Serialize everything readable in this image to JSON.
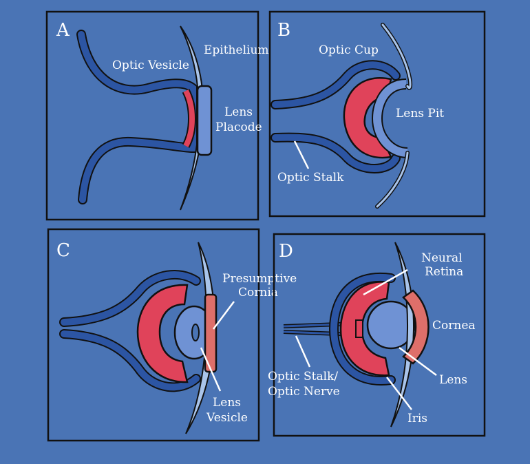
{
  "panels": {
    "A": {
      "letter": "A",
      "labels": {
        "optic_vesicle": "Optic Vesicle",
        "epithelium": "Epithelium",
        "lens_placode_1": "Lens",
        "lens_placode_2": "Placode"
      }
    },
    "B": {
      "letter": "B",
      "labels": {
        "optic_cup": "Optic Cup",
        "lens_pit": "Lens Pit",
        "optic_stalk": "Optic Stalk"
      }
    },
    "C": {
      "letter": "C",
      "labels": {
        "presumptive_1": "Presumptive",
        "presumptive_2": "Cornia",
        "lens_vesicle_1": "Lens",
        "lens_vesicle_2": "Vesicle"
      }
    },
    "D": {
      "letter": "D",
      "labels": {
        "neural_1": "Neural",
        "neural_2": "Retina",
        "cornea": "Cornea",
        "lens": "Lens",
        "iris": "Iris",
        "optic_nerve_1": "Optic Stalk/",
        "optic_nerve_2": "Optic Nerve"
      }
    }
  },
  "colors": {
    "background": "#4a74b5",
    "tissue_dark_blue": "#2c55a3",
    "retina_red": "#e0435a",
    "lens_light_blue": "#6f92d4",
    "cornea_salmon": "#de6f6a",
    "epithelium_pale": "#a9c4ea",
    "outline": "#111111"
  }
}
